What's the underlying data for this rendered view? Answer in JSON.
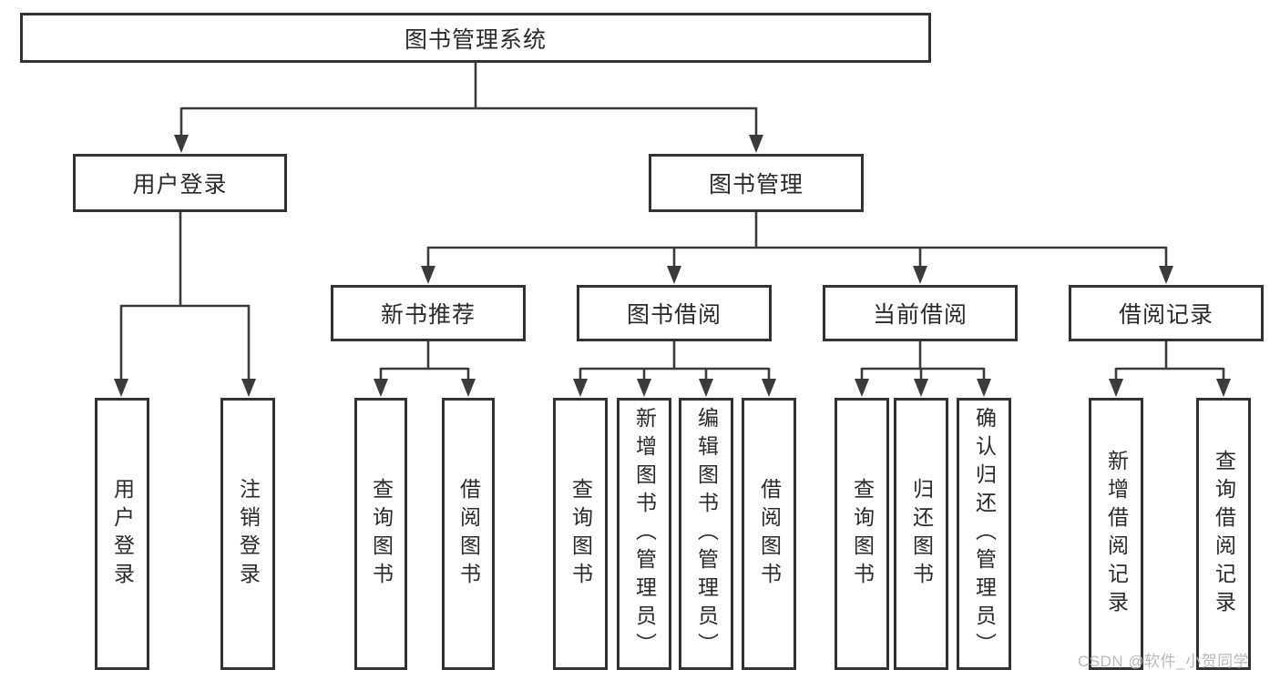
{
  "diagram": {
    "root": {
      "label": "图书管理系统"
    },
    "level2": [
      {
        "label": "用户登录",
        "children": [
          {
            "label": "用户登录"
          },
          {
            "label": "注销登录"
          }
        ]
      },
      {
        "label": "图书管理",
        "children": [
          {
            "label": "新书推荐",
            "children": [
              {
                "label": "查询图书"
              },
              {
                "label": "借阅图书"
              }
            ]
          },
          {
            "label": "图书借阅",
            "children": [
              {
                "label": "查询图书"
              },
              {
                "label": "新增图书（管理员）"
              },
              {
                "label": "编辑图书（管理员）"
              },
              {
                "label": "借阅图书"
              }
            ]
          },
          {
            "label": "当前借阅",
            "children": [
              {
                "label": "查询图书"
              },
              {
                "label": "归还图书"
              },
              {
                "label": "确认归还（管理员）"
              }
            ]
          },
          {
            "label": "借阅记录",
            "children": [
              {
                "label": "新增借阅记录"
              },
              {
                "label": "查询借阅记录"
              }
            ]
          }
        ]
      }
    ]
  },
  "watermark": {
    "text": "CSDN @软件_小贺同学"
  },
  "colors": {
    "line": "#3b3b3b",
    "border": "#323232",
    "text": "#2a2a2a",
    "watermark": "#b9b9b9",
    "background": "#ffffff"
  }
}
